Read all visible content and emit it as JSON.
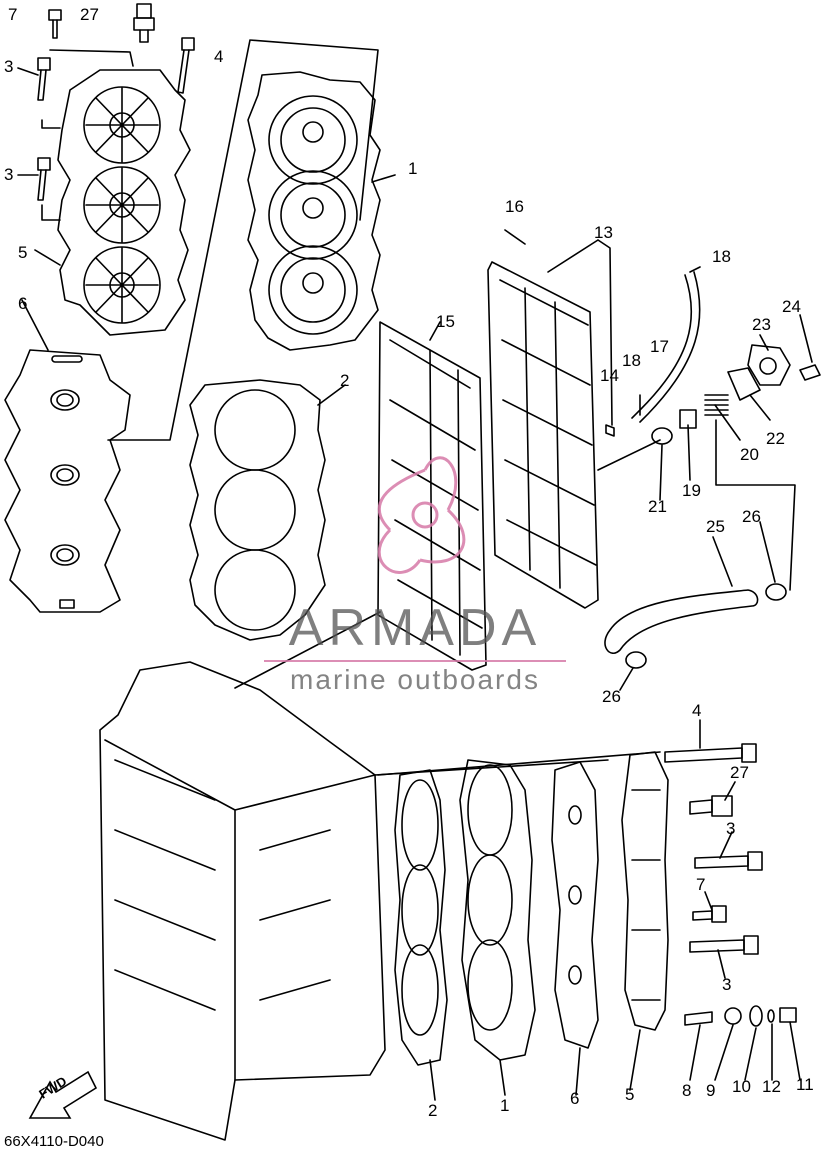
{
  "diagram": {
    "code": "66X4110-D040",
    "fwd_label": "FWD",
    "watermark": {
      "title": "ARMADA",
      "subtitle": "marine outboards",
      "color": "#d67aa8"
    },
    "callouts": [
      {
        "id": "c7a",
        "text": "7"
      },
      {
        "id": "c27a",
        "text": "27"
      },
      {
        "id": "c4a",
        "text": "4"
      },
      {
        "id": "c3a",
        "text": "3"
      },
      {
        "id": "c3b",
        "text": "3"
      },
      {
        "id": "c5a",
        "text": "5"
      },
      {
        "id": "c6a",
        "text": "6"
      },
      {
        "id": "c1a",
        "text": "1"
      },
      {
        "id": "c2a",
        "text": "2"
      },
      {
        "id": "c16",
        "text": "16"
      },
      {
        "id": "c13",
        "text": "13"
      },
      {
        "id": "c15",
        "text": "15"
      },
      {
        "id": "c18a",
        "text": "18"
      },
      {
        "id": "c18b",
        "text": "18"
      },
      {
        "id": "c17",
        "text": "17"
      },
      {
        "id": "c14",
        "text": "14"
      },
      {
        "id": "c24",
        "text": "24"
      },
      {
        "id": "c23",
        "text": "23"
      },
      {
        "id": "c22",
        "text": "22"
      },
      {
        "id": "c20",
        "text": "20"
      },
      {
        "id": "c19",
        "text": "19"
      },
      {
        "id": "c21",
        "text": "21"
      },
      {
        "id": "c25",
        "text": "25"
      },
      {
        "id": "c26a",
        "text": "26"
      },
      {
        "id": "c26b",
        "text": "26"
      },
      {
        "id": "c4b",
        "text": "4"
      },
      {
        "id": "c27b",
        "text": "27"
      },
      {
        "id": "c3c",
        "text": "3"
      },
      {
        "id": "c7b",
        "text": "7"
      },
      {
        "id": "c3d",
        "text": "3"
      },
      {
        "id": "c2b",
        "text": "2"
      },
      {
        "id": "c1b",
        "text": "1"
      },
      {
        "id": "c6b",
        "text": "6"
      },
      {
        "id": "c5b",
        "text": "5"
      },
      {
        "id": "c8",
        "text": "8"
      },
      {
        "id": "c9",
        "text": "9"
      },
      {
        "id": "c10",
        "text": "10"
      },
      {
        "id": "c12",
        "text": "12"
      },
      {
        "id": "c11",
        "text": "11"
      }
    ]
  }
}
